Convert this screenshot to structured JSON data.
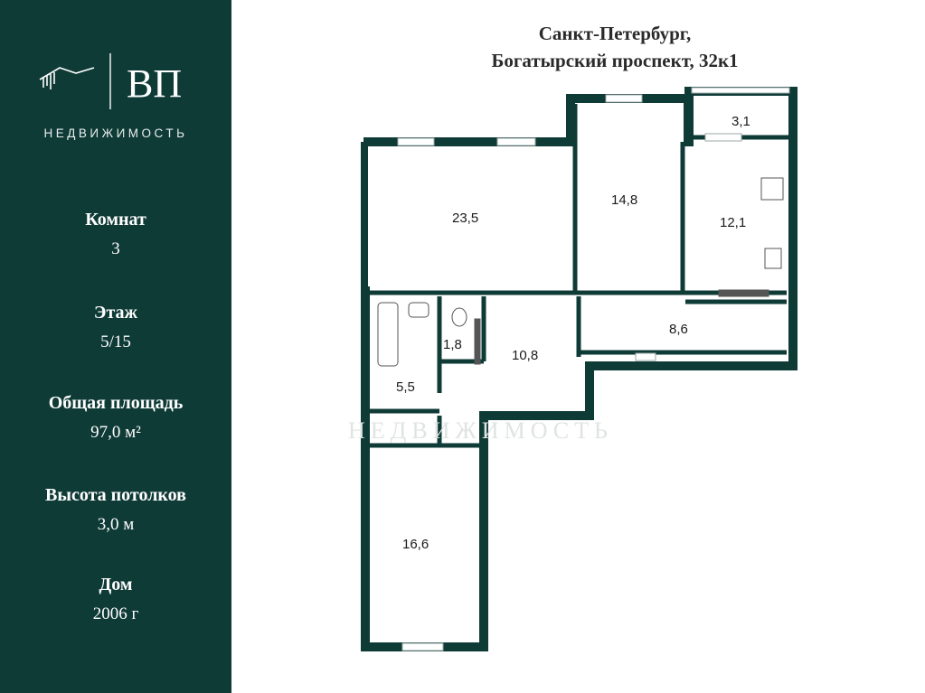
{
  "brand": {
    "name": "ВП",
    "subtitle": "НЕДВИЖИМОСТЬ",
    "watermark": "НЕДВИЖИМОСТЬ"
  },
  "address": {
    "line1": "Санкт-Петербург,",
    "line2": "Богатырский проспект, 32к1"
  },
  "stats": [
    {
      "label": "Комнат",
      "value": "3"
    },
    {
      "label": "Этаж",
      "value": "5/15"
    },
    {
      "label": "Общая площадь",
      "value": "97,0 м²"
    },
    {
      "label": "Высота потолков",
      "value": "3,0 м"
    },
    {
      "label": "Дом",
      "value": "2006 г"
    }
  ],
  "rooms": [
    {
      "id": "living-room",
      "area": "23,5"
    },
    {
      "id": "bedroom-north",
      "area": "14,8"
    },
    {
      "id": "balcony",
      "area": "3,1"
    },
    {
      "id": "kitchen",
      "area": "12,1"
    },
    {
      "id": "bathroom",
      "area": "5,5"
    },
    {
      "id": "toilet",
      "area": "1,8"
    },
    {
      "id": "hall",
      "area": "10,8"
    },
    {
      "id": "corridor",
      "area": "8,6"
    },
    {
      "id": "bedroom-south",
      "area": "16,6"
    }
  ],
  "colors": {
    "sidebar": "#0f3b37",
    "walls": "#0f3b37",
    "windows": "#ffffff"
  }
}
